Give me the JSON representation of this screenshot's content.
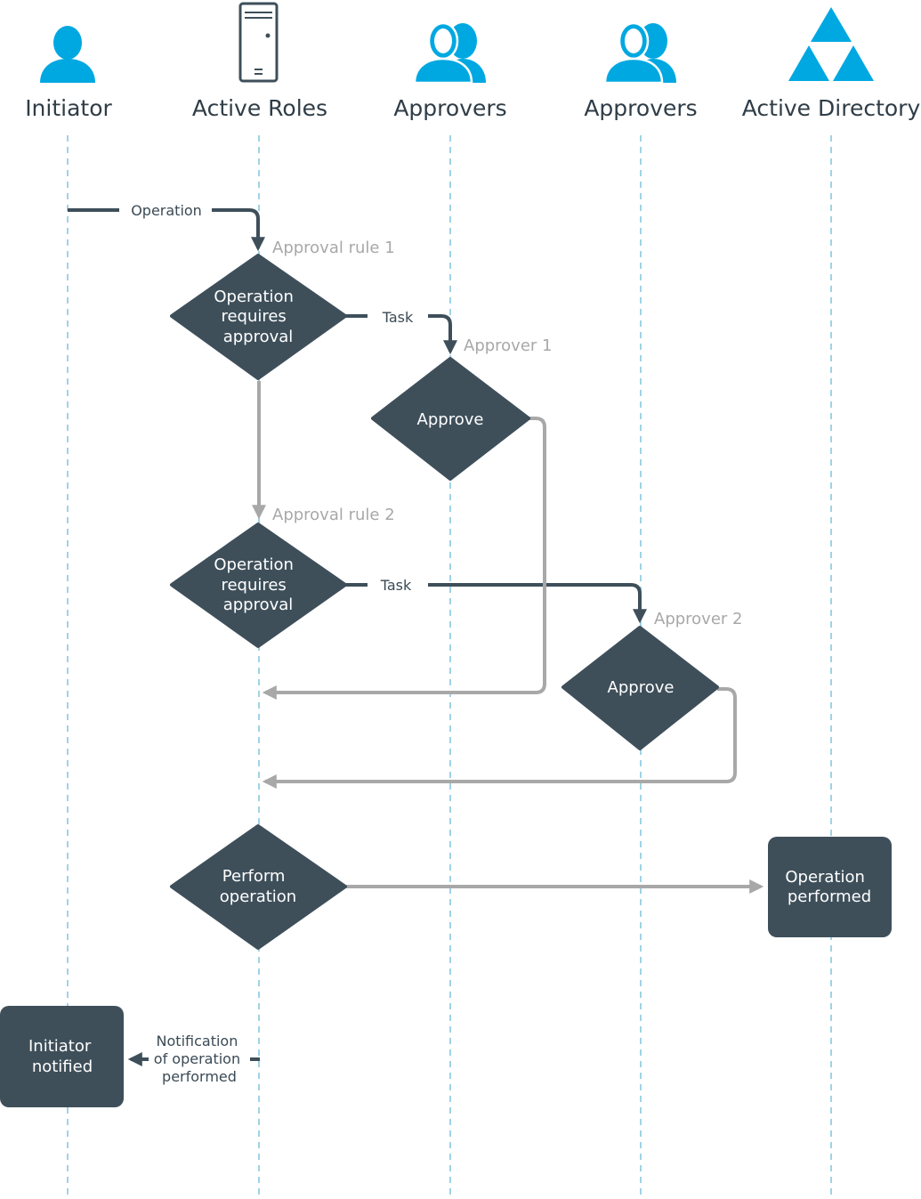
{
  "colors": {
    "icon": "#00a8e1",
    "node": "#3e4f5a",
    "primary_edge": "#3e4f5a",
    "secondary_edge": "#a8a8a8",
    "lifeline": "#9fd3e6",
    "title": "#2f3d47"
  },
  "lanes": [
    {
      "title": "Initiator",
      "icon": "user-icon"
    },
    {
      "title": "Active Roles",
      "icon": "server-icon"
    },
    {
      "title": "Approvers",
      "icon": "users-icon"
    },
    {
      "title": "Approvers",
      "icon": "users-icon"
    },
    {
      "title": "Active Directory",
      "icon": "active-directory-icon"
    }
  ],
  "nodes": {
    "rule1": {
      "lines": [
        "Operation",
        "requires",
        "approval"
      ],
      "rule": "Approval rule 1"
    },
    "approve1": {
      "lines": [
        "Approve"
      ],
      "rule": "Approver 1"
    },
    "rule2": {
      "lines": [
        "Operation",
        "requires",
        "approval"
      ],
      "rule": "Approval rule 2"
    },
    "approve2": {
      "lines": [
        "Approve"
      ],
      "rule": "Approver 2"
    },
    "perform": {
      "lines": [
        "Perform",
        "operation"
      ]
    },
    "performed": {
      "lines": [
        "Operation",
        "performed"
      ]
    },
    "notified": {
      "lines": [
        "Initiator",
        "notified"
      ]
    }
  },
  "edges": {
    "operation": "Operation",
    "task1": "Task",
    "task2": "Task",
    "notification": [
      "Notification",
      "of operation",
      "performed"
    ]
  }
}
